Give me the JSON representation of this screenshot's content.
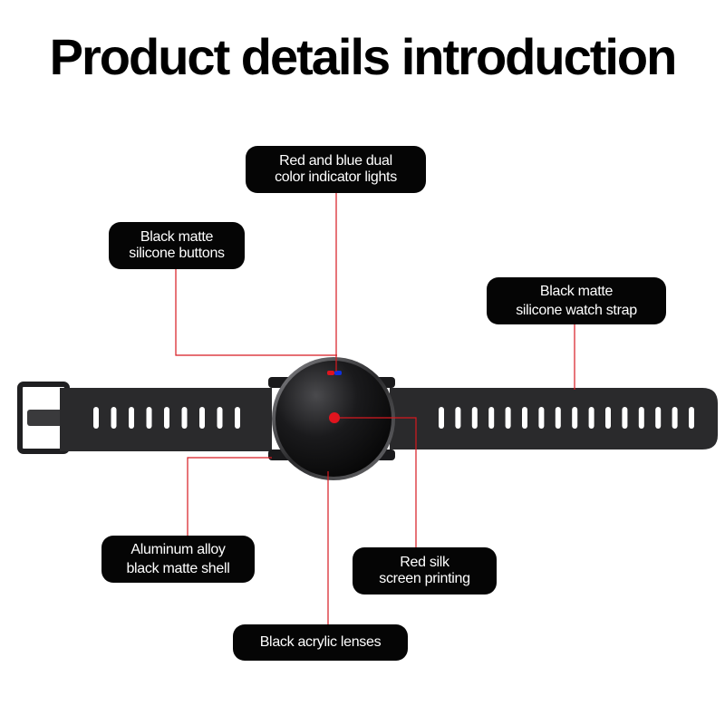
{
  "title": "Product details introduction",
  "colors": {
    "callout_bg": "#050505",
    "leader_line": "#d71920",
    "indicator_red": "#e0141e",
    "indicator_blue": "#1030e0",
    "strap": "#2a2a2c"
  },
  "callouts": {
    "indicator": {
      "line1": "Red and blue dual",
      "line2": "color indicator lights"
    },
    "buttons": {
      "line1": "Black matte",
      "line2": "silicone buttons"
    },
    "strap": {
      "line1": "Black matte",
      "line2": "silicone watch strap"
    },
    "shell": {
      "line1": "Aluminum alloy",
      "line2": "black matte shell"
    },
    "printing": {
      "line1": "Red silk",
      "line2": "screen printing"
    },
    "lenses": {
      "line1": "Black acrylic lenses"
    }
  }
}
